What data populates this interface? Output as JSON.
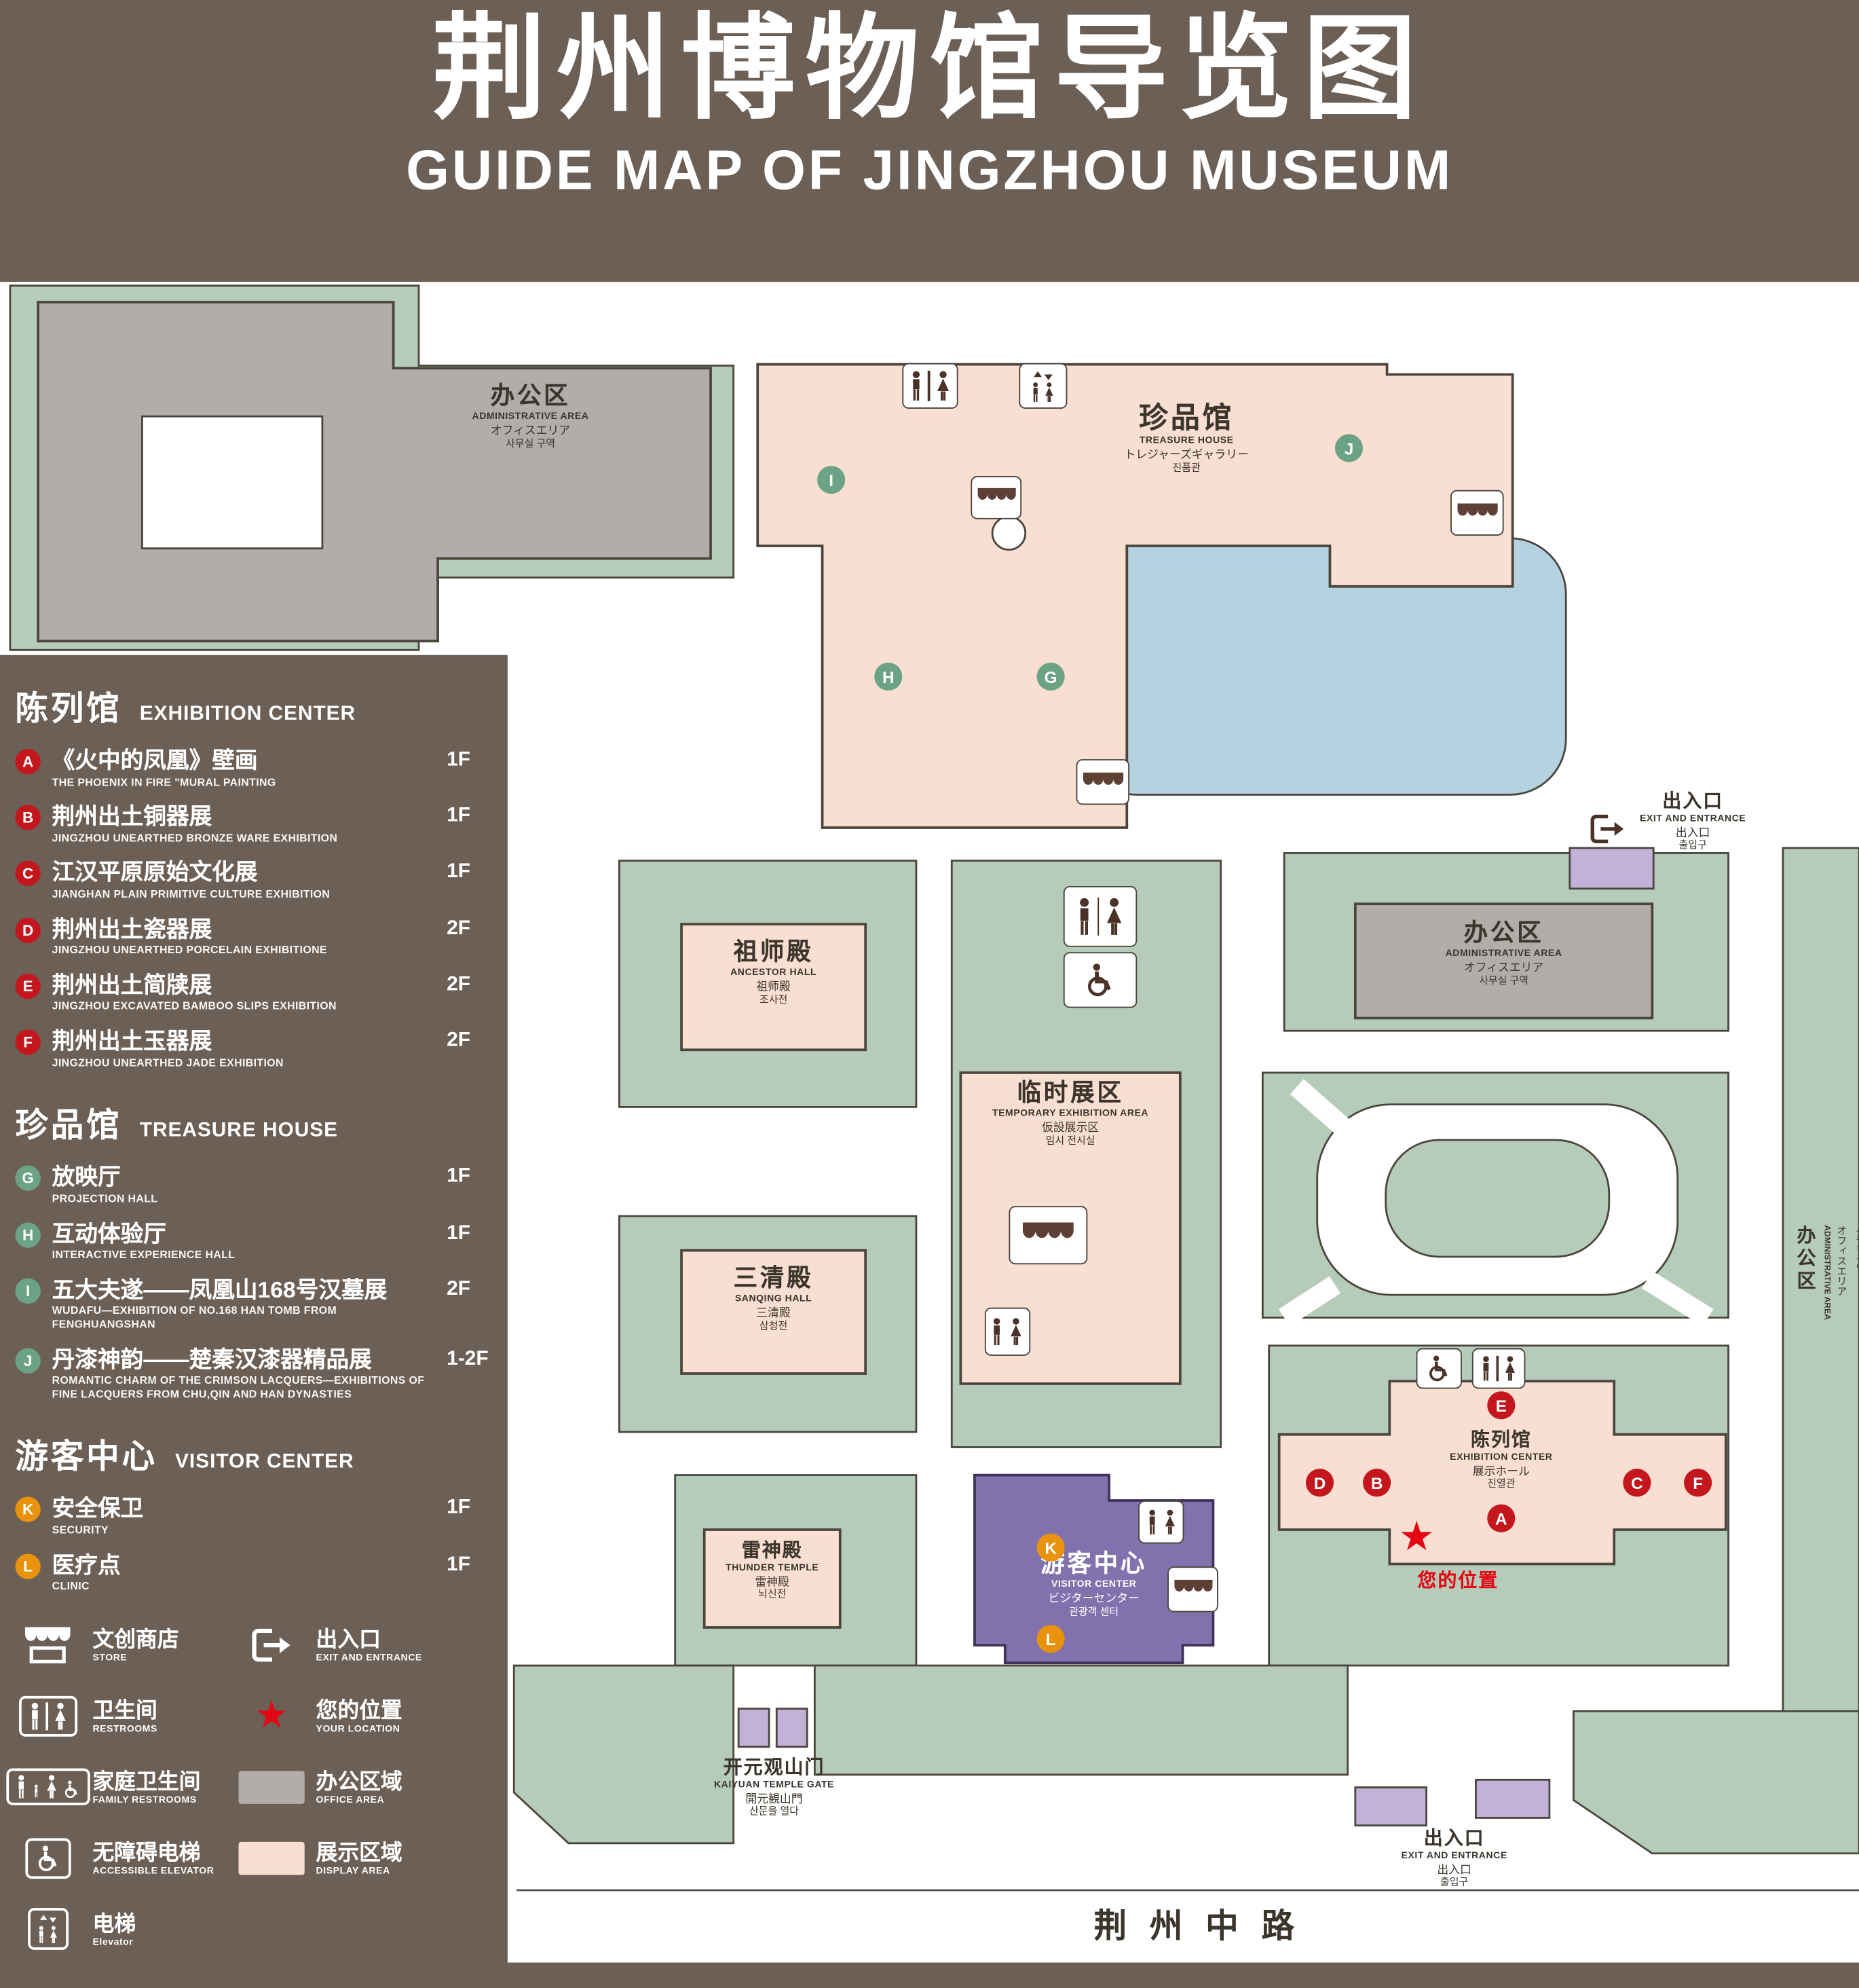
{
  "header": {
    "title_zh": "荆州博物馆导览图",
    "title_en": "GUIDE MAP OF JINGZHOU MUSEUM"
  },
  "colors": {
    "background": "#6c5f55",
    "grounds": "#b6ccba",
    "display_area": "#f9ded2",
    "office_area": "#b2adaa",
    "lake": "#b4d2e0",
    "visitor_center": "#8172ad",
    "entrance": "#c2b1d8",
    "outline": "#4b453c",
    "ink": "#3b352c",
    "marker_red": "#c3161d",
    "marker_green": "#6ba384",
    "marker_orange": "#e8920e",
    "accent_red": "#e30613",
    "icon_brown": "#4a3228",
    "white": "#ffffff"
  },
  "legend": {
    "sections": [
      {
        "id": "exhibition",
        "zh": "陈列馆",
        "en": "EXHIBITION CENTER",
        "marker_color": "#c3161d",
        "items": [
          {
            "letter": "A",
            "zh": "《火中的凤凰》壁画",
            "en": "THE PHOENIX IN FIRE \"MURAL PAINTING",
            "floor": "1F"
          },
          {
            "letter": "B",
            "zh": "荆州出土铜器展",
            "en": "JINGZHOU UNEARTHED BRONZE WARE EXHIBITION",
            "floor": "1F"
          },
          {
            "letter": "C",
            "zh": "江汉平原原始文化展",
            "en": "JIANGHAN PLAIN PRIMITIVE CULTURE EXHIBITION",
            "floor": "1F"
          },
          {
            "letter": "D",
            "zh": "荆州出土瓷器展",
            "en": "JINGZHOU UNEARTHED PORCELAIN EXHIBITIONE",
            "floor": "2F"
          },
          {
            "letter": "E",
            "zh": "荆州出土简牍展",
            "en": "JINGZHOU EXCAVATED BAMBOO SLIPS EXHIBITION",
            "floor": "2F"
          },
          {
            "letter": "F",
            "zh": "荆州出土玉器展",
            "en": "JINGZHOU UNEARTHED JADE EXHIBITION",
            "floor": "2F"
          }
        ]
      },
      {
        "id": "treasure",
        "zh": "珍品馆",
        "en": "TREASURE HOUSE",
        "marker_color": "#6ba384",
        "items": [
          {
            "letter": "G",
            "zh": "放映厅",
            "en": "PROJECTION HALL",
            "floor": "1F"
          },
          {
            "letter": "H",
            "zh": "互动体验厅",
            "en": "INTERACTIVE EXPERIENCE HALL",
            "floor": "1F"
          },
          {
            "letter": "I",
            "zh": "五大夫遂——凤凰山168号汉墓展",
            "en": "WUDAFU—EXHIBITION OF NO.168 HAN TOMB FROM FENGHUANGSHAN",
            "floor": "2F"
          },
          {
            "letter": "J",
            "zh": "丹漆神韵——楚秦汉漆器精品展",
            "en": "ROMANTIC CHARM OF THE CRIMSON LACQUERS—EXHIBITIONS OF FINE LACQUERS FROM CHU,QIN AND HAN DYNASTIES",
            "floor": "1-2F"
          }
        ]
      },
      {
        "id": "visitor",
        "zh": "游客中心",
        "en": "VISITOR CENTER",
        "marker_color": "#e8920e",
        "items": [
          {
            "letter": "K",
            "zh": "安全保卫",
            "en": "SECURITY",
            "floor": "1F"
          },
          {
            "letter": "L",
            "zh": "医疗点",
            "en": "CLINIC",
            "floor": "1F"
          }
        ]
      }
    ],
    "symbols_left": [
      {
        "icon": "store-icon",
        "zh": "文创商店",
        "en": "STORE"
      },
      {
        "icon": "restroom-icon",
        "zh": "卫生间",
        "en": "RESTROOMS"
      },
      {
        "icon": "family-restroom-icon",
        "zh": "家庭卫生间",
        "en": "FAMILY RESTROOMS"
      },
      {
        "icon": "accessible-elevator-icon",
        "zh": "无障碍电梯",
        "en": "ACCESSIBLE ELEVATOR"
      },
      {
        "icon": "elevator-icon",
        "zh": "电梯",
        "en": "Elevator"
      }
    ],
    "symbols_right": [
      {
        "icon": "exit-icon",
        "zh": "出入口",
        "en": "EXIT AND ENTRANCE"
      },
      {
        "icon": "location-icon",
        "zh": "您的位置",
        "en": "YOUR LOCATION"
      },
      {
        "icon": "office-swatch",
        "zh": "办公区域",
        "en": "OFFICE AREA"
      },
      {
        "icon": "display-swatch",
        "zh": "展示区域",
        "en": "DISPLAY AREA"
      }
    ]
  },
  "map": {
    "admin_nw": {
      "zh": "办公区",
      "en": "ADMINISTRATIVE AREA",
      "ja": "オフィスエリア",
      "ko": "사무실 구역"
    },
    "treasure_house": {
      "zh": "珍品馆",
      "en": "TREASURE HOUSE",
      "ja": "トレジャーズギャラリー",
      "ko": "진품관"
    },
    "exit_east": {
      "zh": "出入口",
      "en": "EXIT AND ENTRANCE",
      "ja": "出入口",
      "ko": "출입구"
    },
    "admin_east": {
      "zh": "办公区",
      "en": "ADMINISTRATIVE AREA",
      "ja": "オフィスエリア",
      "ko": "사무실 구역"
    },
    "admin_far_east": {
      "zh": "办公区",
      "en": "ADMINISTRATIVE AREA",
      "ja": "オフィスエリア",
      "ko": "사무실 구역"
    },
    "ancestor_hall": {
      "zh": "祖师殿",
      "en": "ANCESTOR HALL",
      "ja": "祖师殿",
      "ko": "조사전"
    },
    "temporary_exhibition": {
      "zh": "临时展区",
      "en": "TEMPORARY EXHIBITION AREA",
      "ja": "仮設展示区",
      "ko": "임시 전시실"
    },
    "sanqing_hall": {
      "zh": "三清殿",
      "en": "SANQING HALL",
      "ja": "三清殿",
      "ko": "삼청전"
    },
    "thunder_temple": {
      "zh": "雷神殿",
      "en": "THUNDER TEMPLE",
      "ja": "雷神殿",
      "ko": "뇌신전"
    },
    "visitor_center": {
      "zh": "游客中心",
      "en": "VISITOR CENTER",
      "ja": "ビジターセンター",
      "ko": "관광객 센터"
    },
    "exhibition_center": {
      "zh": "陈列馆",
      "en": "EXHIBITION CENTER",
      "ja": "展示ホール",
      "ko": "진열관"
    },
    "your_location": {
      "zh": "您的位置",
      "star": "★"
    },
    "kaiyuan_gate": {
      "zh": "开元观山门",
      "en": "KAIYUAN TEMPLE GATE",
      "ja": "開元観山門",
      "ko": "산문을 열다"
    },
    "exit_south": {
      "zh": "出入口",
      "en": "EXIT AND ENTRANCE",
      "ja": "出入口",
      "ko": "출입구"
    },
    "road": {
      "zh": "荆州中路"
    },
    "markers": {
      "A": "A",
      "B": "B",
      "C": "C",
      "D": "D",
      "E": "E",
      "F": "F",
      "G": "G",
      "H": "H",
      "I": "I",
      "J": "J",
      "K": "K",
      "L": "L"
    }
  }
}
